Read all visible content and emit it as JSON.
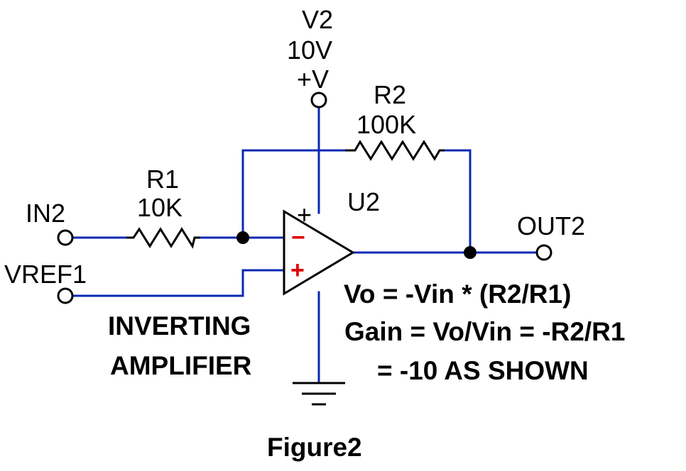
{
  "colors": {
    "wire": "#0a28b4",
    "component": "#000000",
    "plus_input": "#e00000"
  },
  "supply": {
    "name": "V2",
    "value": "10V",
    "node": "+V"
  },
  "r1": {
    "name": "R1",
    "value": "10K"
  },
  "r2": {
    "name": "R2",
    "value": "100K"
  },
  "opamp": {
    "name": "U2",
    "supply_sign": "+",
    "minus_sign": "−",
    "plus_sign": "+"
  },
  "ports": {
    "input": "IN2",
    "reference": "VREF1",
    "output": "OUT2"
  },
  "description": {
    "line1": "INVERTING",
    "line2": "AMPLIFIER"
  },
  "equations": {
    "line1": "Vo = -Vin * (R2/R1)",
    "line2": "Gain = Vo/Vin = -R2/R1",
    "line3": "= -10 AS SHOWN"
  },
  "caption": "Figure2"
}
